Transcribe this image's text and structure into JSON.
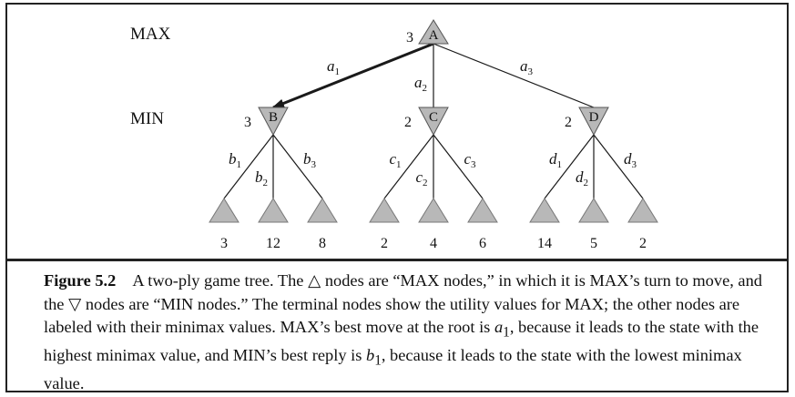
{
  "levels": {
    "max": "MAX",
    "min": "MIN"
  },
  "root": {
    "label": "A",
    "value": "3"
  },
  "min_nodes": [
    {
      "label": "B",
      "value": "3"
    },
    {
      "label": "C",
      "value": "2"
    },
    {
      "label": "D",
      "value": "2"
    }
  ],
  "root_edges": [
    {
      "base": "a",
      "sub": "1",
      "best": true
    },
    {
      "base": "a",
      "sub": "2",
      "best": false
    },
    {
      "base": "a",
      "sub": "3",
      "best": false
    }
  ],
  "leaf_edges": [
    [
      {
        "base": "b",
        "sub": "1"
      },
      {
        "base": "b",
        "sub": "2"
      },
      {
        "base": "b",
        "sub": "3"
      }
    ],
    [
      {
        "base": "c",
        "sub": "1"
      },
      {
        "base": "c",
        "sub": "2"
      },
      {
        "base": "c",
        "sub": "3"
      }
    ],
    [
      {
        "base": "d",
        "sub": "1"
      },
      {
        "base": "d",
        "sub": "2"
      },
      {
        "base": "d",
        "sub": "3"
      }
    ]
  ],
  "leaf_values": [
    "3",
    "12",
    "8",
    "2",
    "4",
    "6",
    "14",
    "5",
    "2"
  ],
  "caption": {
    "label": "Figure 5.2",
    "part1": "A two-ply game tree. The ",
    "sym_max": "△",
    "part2": " nodes are “",
    "max1": "MAX",
    "part3": " nodes,” in which it is ",
    "max2": "MAX",
    "part4": "’s turn to move, and the ",
    "sym_min": "▽",
    "part5": " nodes are “",
    "min1": "MIN",
    "part6": " nodes.” The terminal nodes show the utility values for ",
    "max3": "MAX",
    "part7": "; the other nodes are labeled with their minimax values. ",
    "max4": "MAX",
    "part8": "’s best move at the root is ",
    "a1_base": "a",
    "a1_sub": "1",
    "part9": ", because it leads to the state with the highest minimax value, and ",
    "min2": "MIN",
    "part10": "’s best reply is ",
    "b1_base": "b",
    "b1_sub": "1",
    "part11": ", because it leads to the state with the lowest minimax value."
  },
  "colors": {
    "node_fill": "#b8b8b8",
    "line": "#1a1a1a",
    "text": "#111111"
  }
}
